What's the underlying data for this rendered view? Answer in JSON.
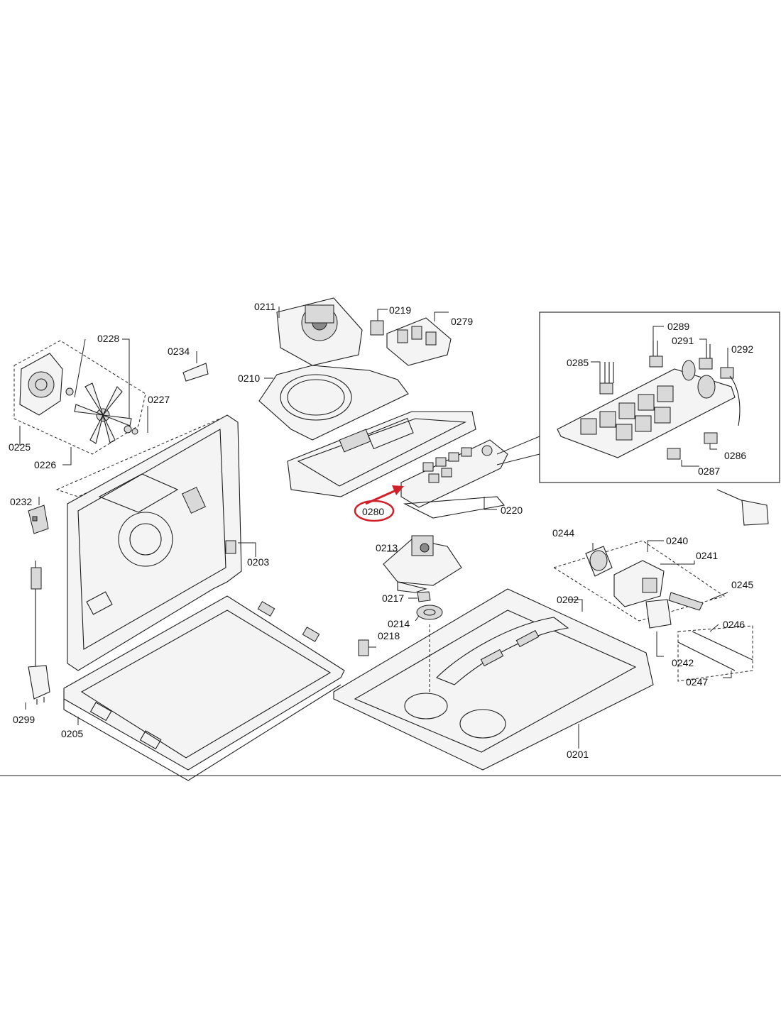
{
  "labels": {
    "p0201": "0201",
    "p0202": "0202",
    "p0203": "0203",
    "p0205": "0205",
    "p0210": "0210",
    "p0211": "0211",
    "p0213": "0213",
    "p0214": "0214",
    "p0217": "0217",
    "p0218": "0218",
    "p0219": "0219",
    "p0220": "0220",
    "p0225": "0225",
    "p0226": "0226",
    "p0227": "0227",
    "p0228": "0228",
    "p0232": "0232",
    "p0234": "0234",
    "p0240": "0240",
    "p0241": "0241",
    "p0242": "0242",
    "p0244": "0244",
    "p0245": "0245",
    "p0246": "0246",
    "p0247": "0247",
    "p0279": "0279",
    "p0280": "0280",
    "p0285": "0285",
    "p0286": "0286",
    "p0287": "0287",
    "p0289": "0289",
    "p0291": "0291",
    "p0292": "0292",
    "p0299": "0299"
  },
  "highlight": {
    "part": "0280",
    "color": "#d0202a"
  }
}
